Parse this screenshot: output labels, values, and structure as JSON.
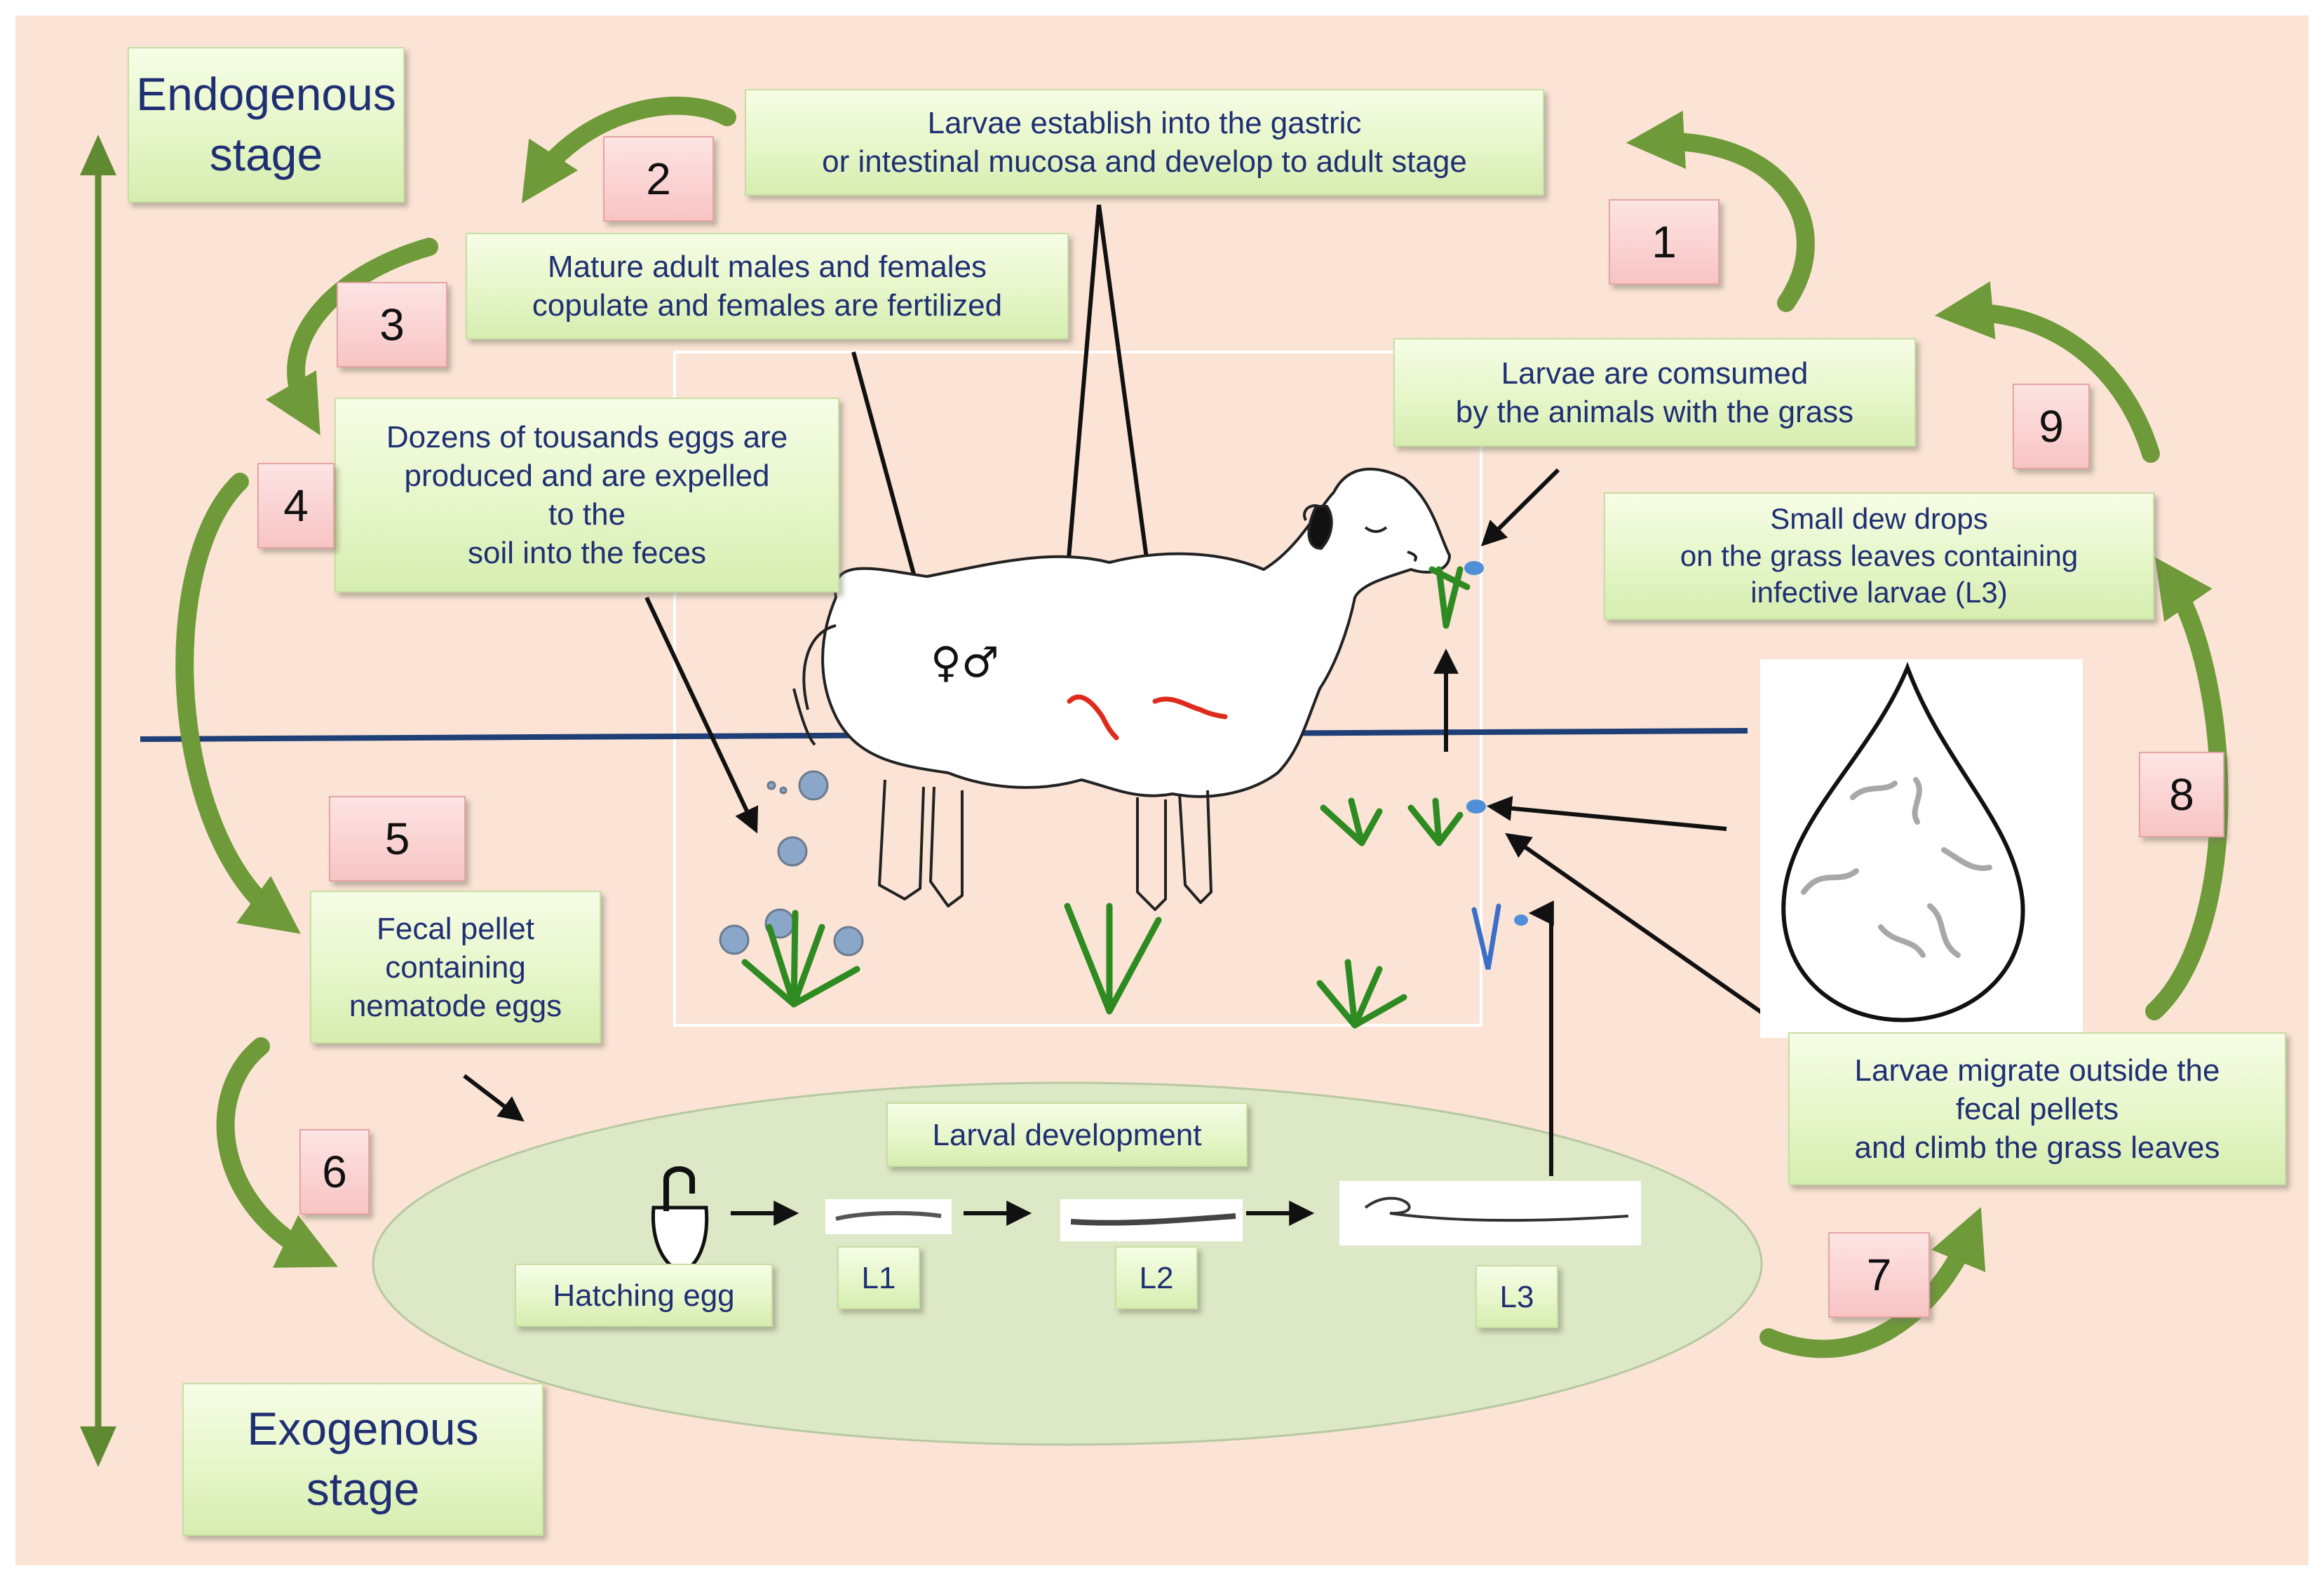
{
  "stages": {
    "endogenous": [
      "Endogenous",
      "stage"
    ],
    "exogenous": [
      "Exogenous",
      "stage"
    ]
  },
  "steps": [
    "1",
    "2",
    "3",
    "4",
    "5",
    "6",
    "7",
    "8",
    "9"
  ],
  "labels": {
    "establish": [
      "Larvae establish into the gastric",
      "or intestinal mucosa and develop to adult stage"
    ],
    "mature": [
      "Mature adult males and females",
      "copulate and females are fertilized"
    ],
    "eggs": [
      "Dozens of tousands eggs are",
      "produced and are expelled",
      "to the",
      "soil into the feces"
    ],
    "consumed": [
      "Larvae are comsumed",
      "by the animals with the grass"
    ],
    "dew": [
      "Small dew drops",
      "on the grass leaves containing",
      "infective larvae (L3)"
    ],
    "fecal": [
      "Fecal pellet",
      "containing",
      "nematode eggs"
    ],
    "migrate": [
      "Larvae migrate outside the",
      "fecal pellets",
      "and climb the grass leaves"
    ],
    "larval_dev": "Larval development",
    "hatching": "Hatching egg",
    "l1": "L1",
    "l2": "L2",
    "l3": "L3"
  },
  "symbols": {
    "sexes": "♀♂"
  },
  "colors": {
    "background": "#fbe4d6",
    "box_green": "#e6f6c9",
    "box_text": "#1f2f73",
    "number_box": "#f8c4c4",
    "curved_arrow": "#6f9a3a",
    "ground_line": "#1f3f77",
    "grass": "#2e8b22",
    "worm": "#e02b1c",
    "ellipse": "#dde8c6"
  },
  "icons": [
    "sheep-illustration",
    "grass-icon",
    "fecal-pellet-icon",
    "dew-drop-icon",
    "larva-icon",
    "egg-icon"
  ]
}
